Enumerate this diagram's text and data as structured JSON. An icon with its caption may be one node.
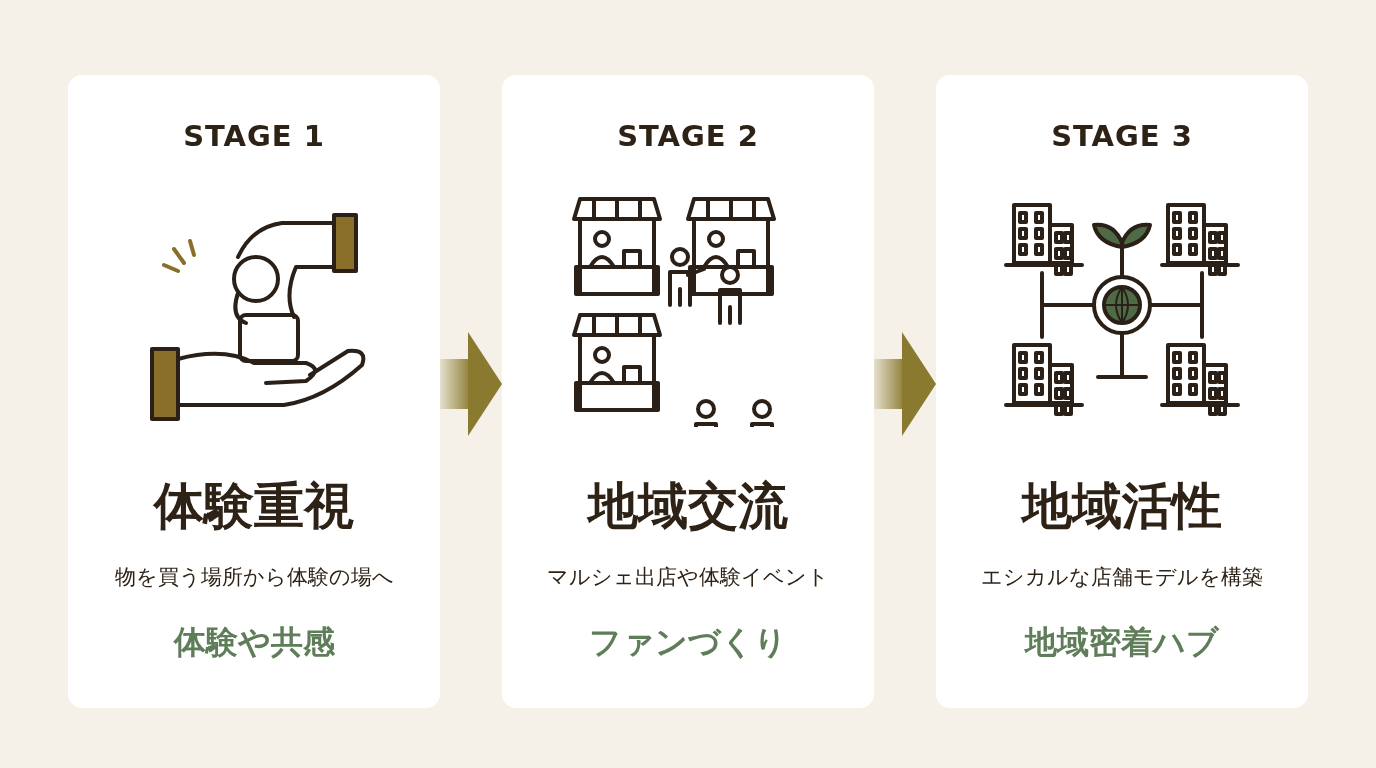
{
  "diagram": {
    "nodes": [
      {
        "text": [
          "STAGE 1",
          "体験重視",
          "物を買う場所から体験の場へ",
          "体験や共感"
        ]
      },
      {
        "text": [
          "STAGE 2",
          "地域交流",
          "マルシェ出店や体験イベント",
          "ファンづくり"
        ]
      },
      {
        "text": [
          "STAGE 3",
          "地域活性",
          "エシカルな店舗モデルを構築",
          "地域密着ハブ"
        ]
      }
    ],
    "edges": [
      {
        "from": 0,
        "to": 1,
        "arrow": "to"
      },
      {
        "from": 1,
        "to": 2,
        "arrow": "to"
      }
    ]
  }
}
